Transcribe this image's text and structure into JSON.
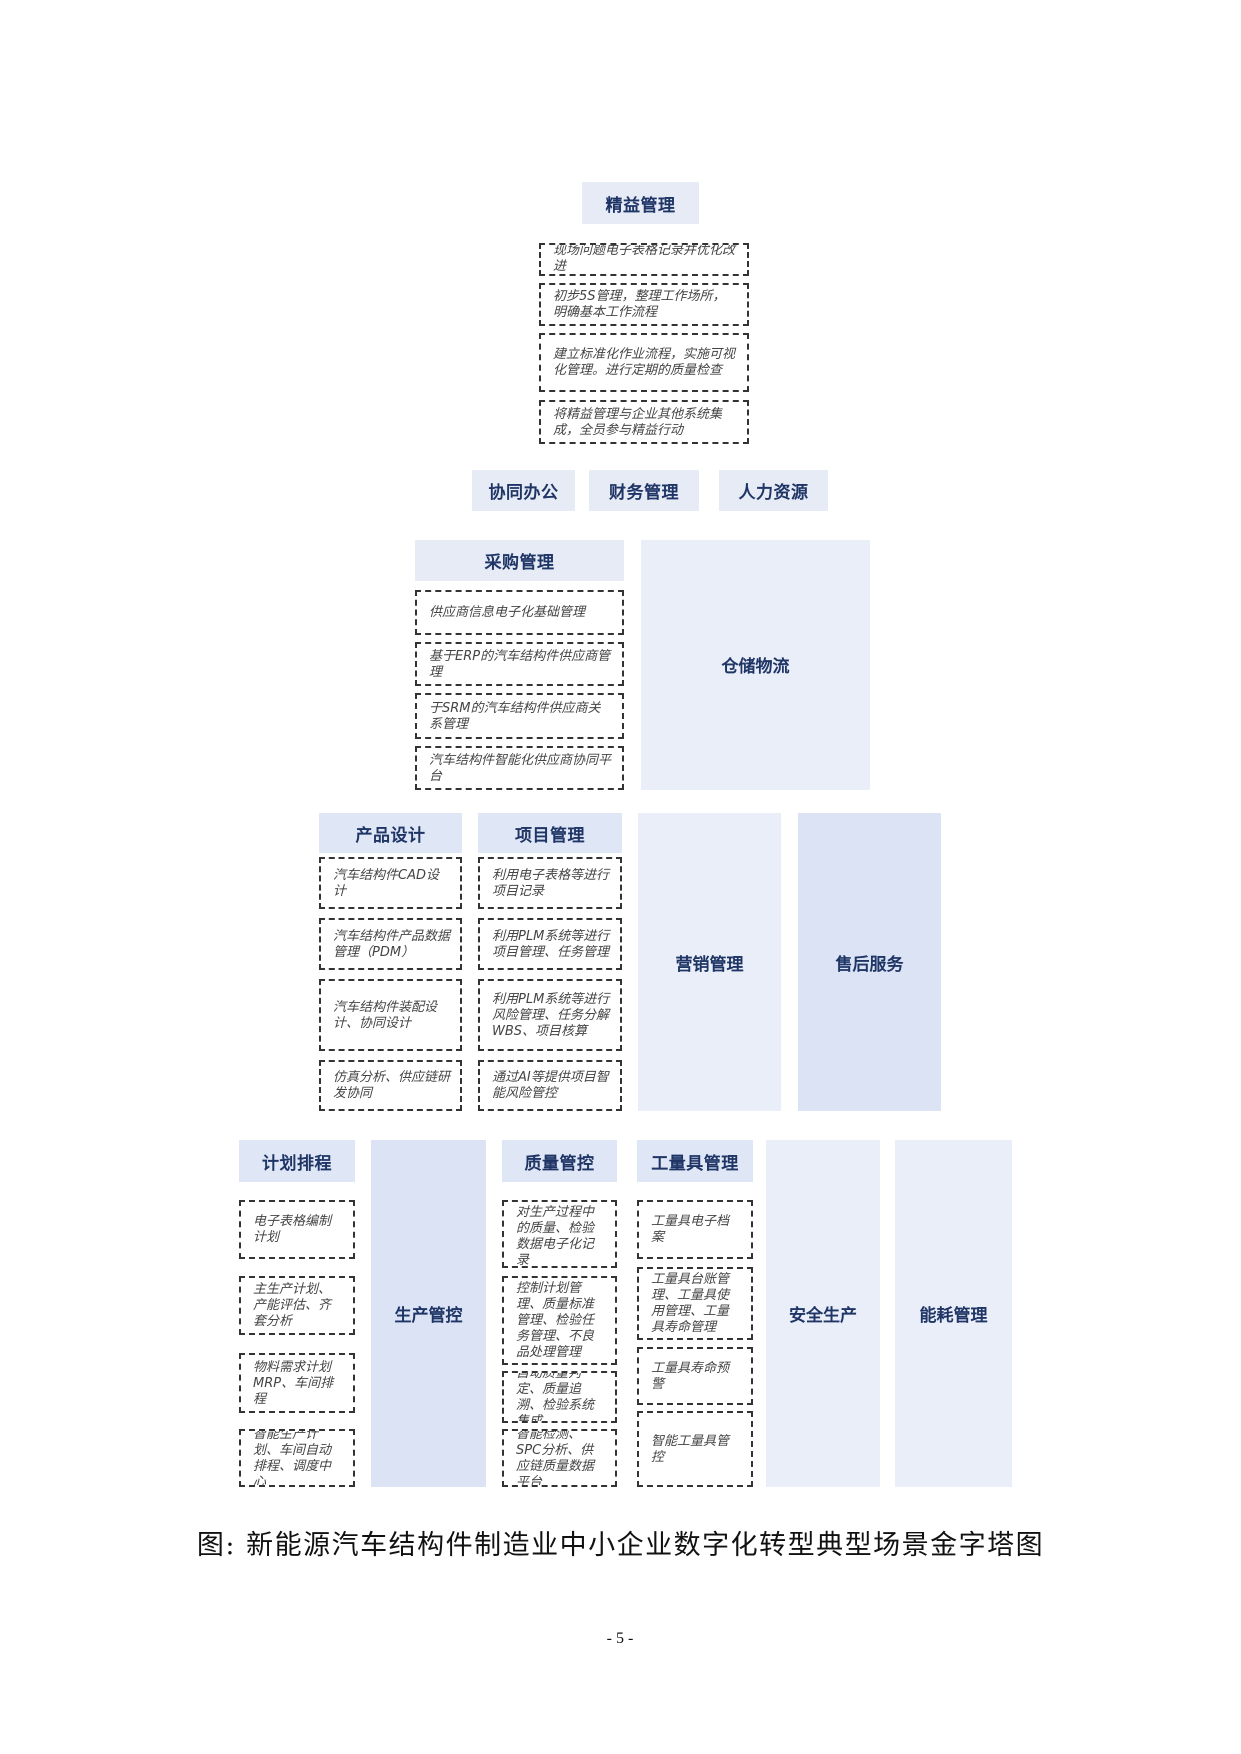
{
  "lean": {
    "title": "精益管理",
    "items": [
      "现场问题电子表格记录并优化改进",
      "初步5S管理，整理工作场所，明确基本工作流程",
      "建立标准化作业流程，实施可视化管理。进行定期的质量检查",
      "将精益管理与企业其他系统集成，全员参与精益行动"
    ]
  },
  "row2": [
    "协同办公",
    "财务管理",
    "人力资源"
  ],
  "procurement": {
    "title": "采购管理",
    "items": [
      "供应商信息电子化基础管理",
      "基于ERP的汽车结构件供应商管理",
      "于SRM的汽车结构件供应商关系管理",
      "汽车结构件智能化供应商协同平台"
    ]
  },
  "warehouse": "仓储物流",
  "product_design": {
    "title": "产品设计",
    "items": [
      "汽车结构件CAD设计",
      "汽车结构件产品数据管理（PDM）",
      "汽车结构件装配设计、协同设计",
      "仿真分析、供应链研发协同"
    ]
  },
  "project": {
    "title": "项目管理",
    "items": [
      "利用电子表格等进行项目记录",
      "利用PLM系统等进行项目管理、任务管理",
      "利用PLM系统等进行风险管理、任务分解WBS、项目核算",
      "通过AI等提供项目智能风险管控"
    ]
  },
  "marketing": "营销管理",
  "after_sales": "售后服务",
  "planning": {
    "title": "计划排程",
    "items": [
      "电子表格编制计划",
      "主生产计划、产能评估、齐套分析",
      "物料需求计划MRP、车间排程",
      "智能生产计划、车间自动排程、调度中心"
    ]
  },
  "production": "生产管控",
  "quality": {
    "title": "质量管控",
    "items": [
      "对生产过程中的质量、检验数据电子化记录",
      "控制计划管理、质量标准管理、检验任务管理、不良品处理管理",
      "自动质量判定、质量追溯、检验系统集成",
      "智能检测、SPC分析、供应链质量数据平台"
    ]
  },
  "tooling": {
    "title": "工量具管理",
    "items": [
      "工量具电子档案",
      "工量具台账管理、工量具使用管理、工量具寿命管理",
      "工量具寿命预警",
      "智能工量具管控"
    ]
  },
  "safety": "安全生产",
  "energy": "能耗管理",
  "caption": "图: 新能源汽车结构件制造业中小企业数字化转型典型场景金字塔图",
  "page_number": "- 5 -",
  "colors": {
    "header_fill": "#e6ebf6",
    "column_fill": "#eaeef8",
    "column_fill_dark": "#dbe3f4",
    "title_text": "#1f3566"
  }
}
